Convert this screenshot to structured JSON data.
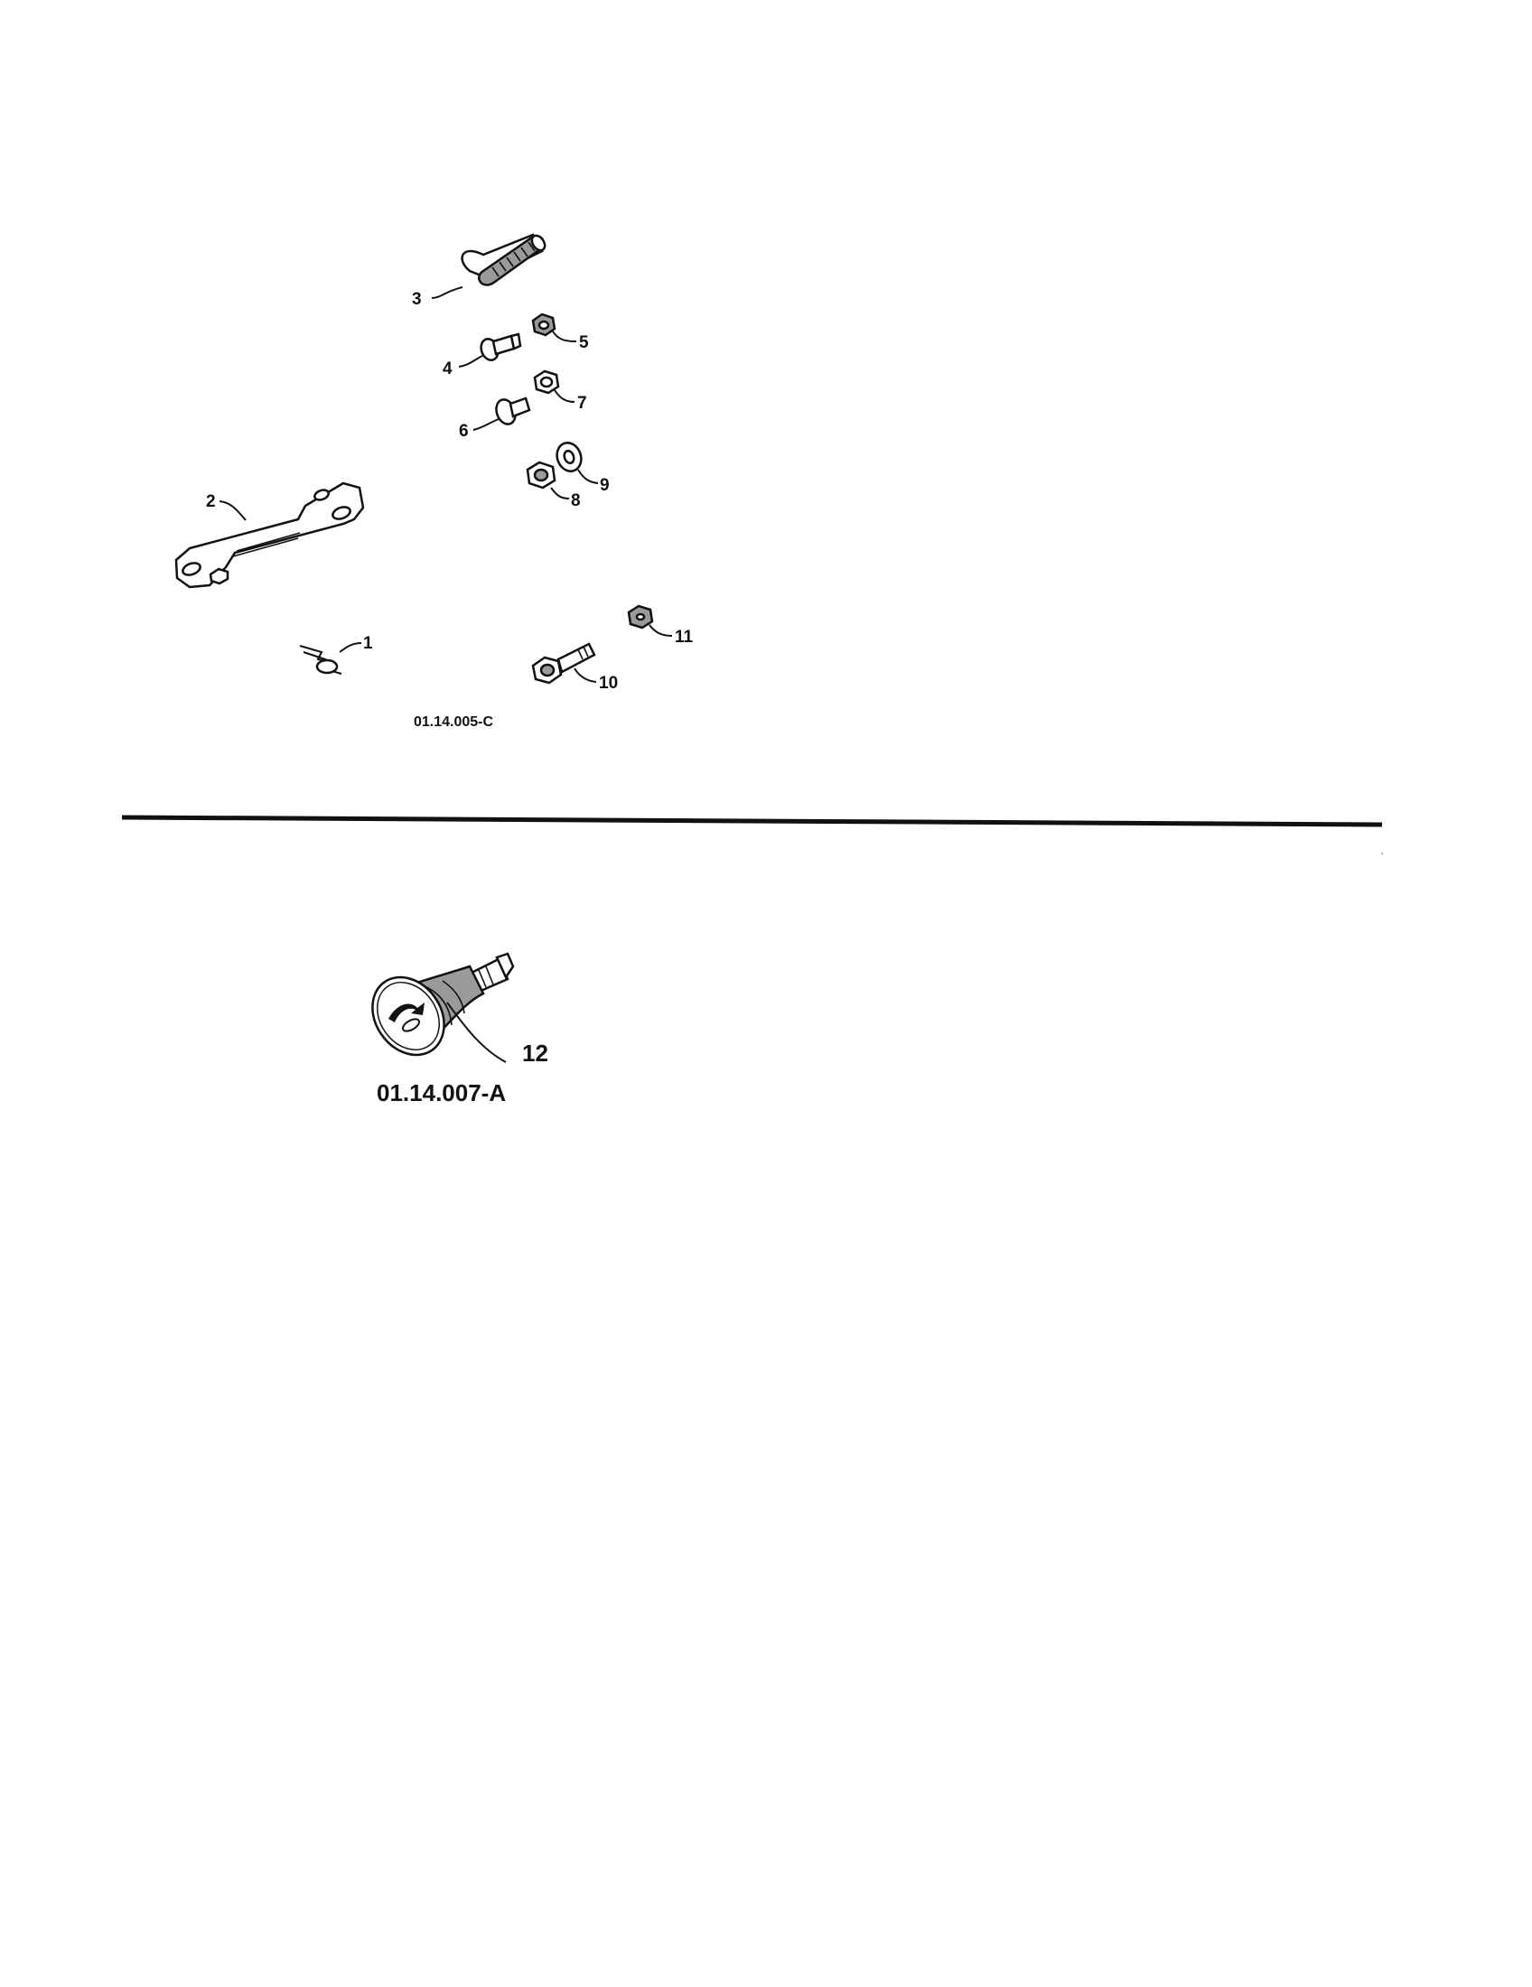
{
  "diagram": {
    "upper_figure_code": "01.14.005-C",
    "lower_figure_code": "01.14.007-A",
    "callouts": {
      "c1": "1",
      "c2": "2",
      "c3": "3",
      "c4": "4",
      "c5": "5",
      "c6": "6",
      "c7": "7",
      "c8": "8",
      "c9": "9",
      "c10": "10",
      "c11": "11",
      "c12": "12"
    }
  },
  "colors": {
    "ink": "#111111",
    "part_shading": "#9a9a9a",
    "background": "#ffffff"
  }
}
